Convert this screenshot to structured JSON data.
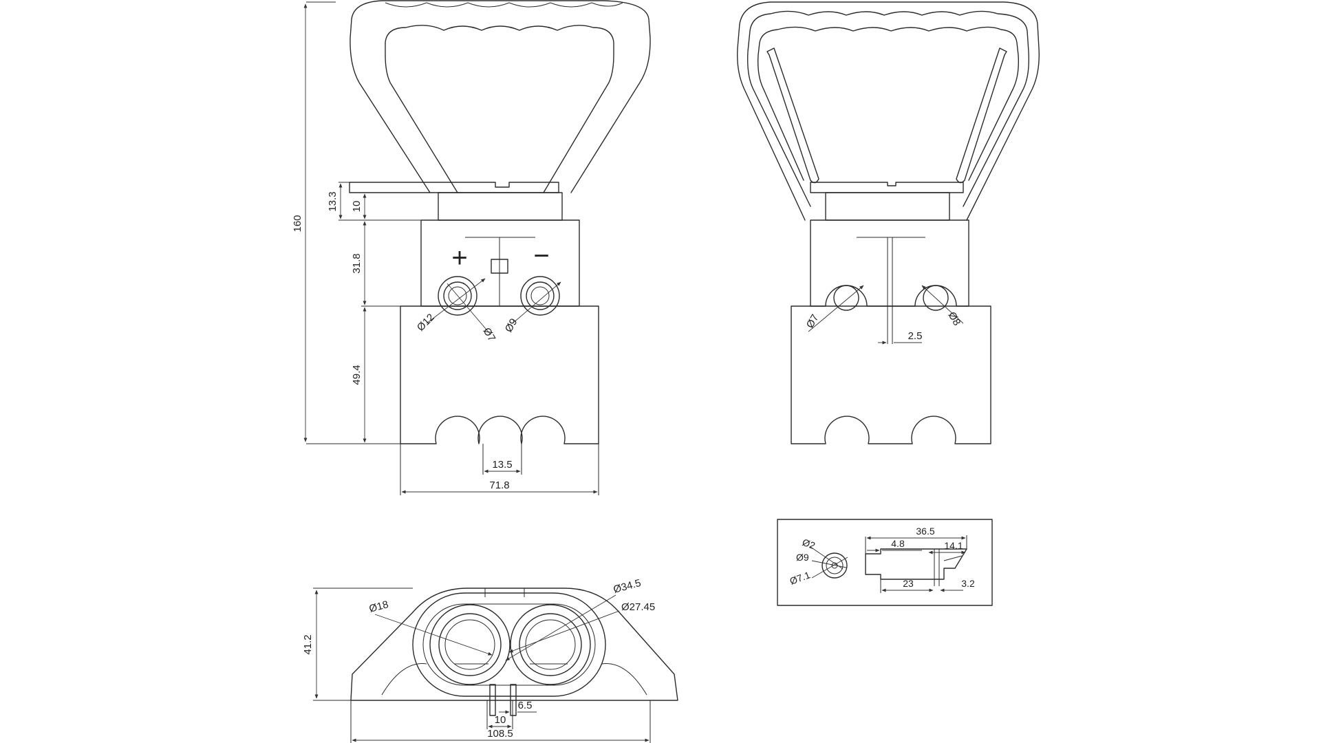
{
  "colors": {
    "line": "#2a2a2a",
    "background": "#ffffff"
  },
  "front_view": {
    "polarity_plus": "+",
    "polarity_minus": "−",
    "dims": {
      "overall_height": "160",
      "top_cap": "13.3",
      "top_block": "10",
      "middle": "31.8",
      "lower_body": "49.4",
      "notch_gap": "13.5",
      "body_width": "71.8",
      "outer_ring": "Ø12",
      "inner_hole": "Ø7",
      "minus_hole": "Ø9"
    }
  },
  "side_view": {
    "dims": {
      "left_hole": "Ø7",
      "right_hole": "Ø8",
      "slot_width": "2.5"
    }
  },
  "bottom_view": {
    "dims": {
      "socket": "Ø18",
      "outer_bore": "Ø34.5",
      "inner_bore": "Ø27.45",
      "height": "41.2",
      "pin_width": "6.5",
      "pin_spacing": "10",
      "overall_width": "108.5"
    }
  },
  "contact_detail": {
    "dims": {
      "tip": "Ø2",
      "body": "Ø9",
      "shank": "Ø7.1",
      "total_length": "36.5",
      "front_length": "4.8",
      "barrel_length": "14.1",
      "rear_length": "23",
      "barb": "3.2"
    }
  }
}
